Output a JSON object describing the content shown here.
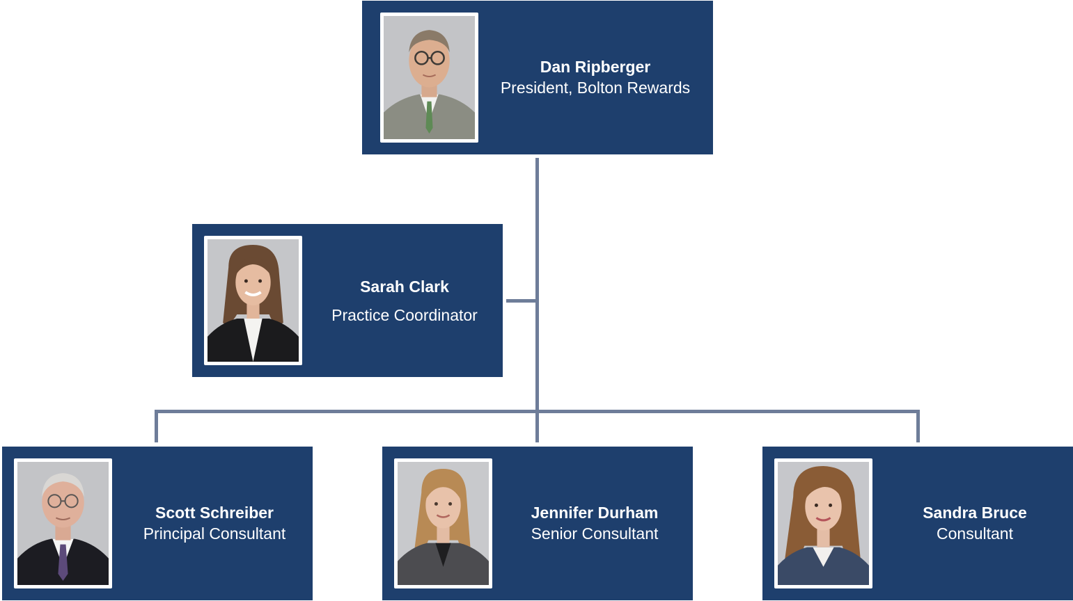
{
  "colors": {
    "card_background": "#1e3f6d",
    "connector": "#6e7d99",
    "text": "#ffffff",
    "photo_border": "#ffffff"
  },
  "people": {
    "president": {
      "name": "Dan Ripberger",
      "title": "President, Bolton Rewards"
    },
    "coordinator": {
      "name": "Sarah Clark",
      "title": "Practice Coordinator"
    },
    "principal": {
      "name": "Scott Schreiber",
      "title": "Principal Consultant"
    },
    "senior": {
      "name": "Jennifer Durham",
      "title": "Senior Consultant"
    },
    "consultant": {
      "name": "Sandra Bruce",
      "title": "Consultant"
    }
  }
}
